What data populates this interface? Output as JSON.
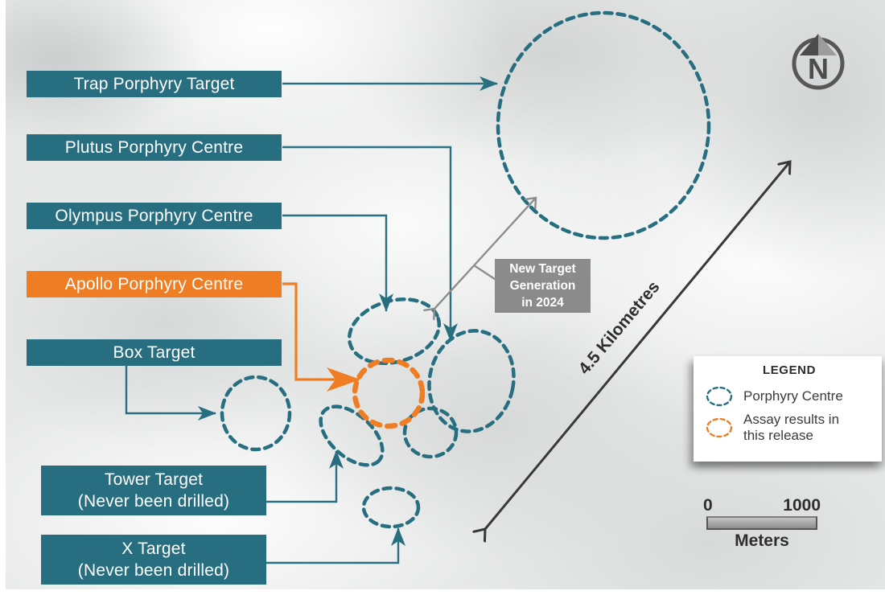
{
  "map": {
    "compass_label": "N",
    "distance_label": "4.5 Kilometres",
    "annotation": {
      "line1": "New Target",
      "line2": "Generation",
      "line3": "in 2024"
    },
    "scale_bar": {
      "start": "0",
      "end": "1000",
      "unit": "Meters"
    }
  },
  "labels": {
    "trap": {
      "text": "Trap Porphyry Target"
    },
    "plutus": {
      "text": "Plutus Porphyry Centre"
    },
    "olympus": {
      "text": "Olympus Porphyry Centre"
    },
    "apollo": {
      "text": "Apollo Porphyry Centre"
    },
    "box": {
      "text": "Box Target"
    },
    "tower": {
      "line1": "Tower Target",
      "line2": "(Never been drilled)"
    },
    "x": {
      "line1": "X Target",
      "line2": "(Never been drilled)"
    }
  },
  "legend": {
    "title": "LEGEND",
    "items": [
      {
        "label": "Porphyry Centre",
        "color": "#266e80"
      },
      {
        "label": "Assay results in this release",
        "color": "#ef7d24"
      }
    ]
  },
  "colors": {
    "teal": "#266e80",
    "orange": "#ef7d24",
    "annotation_gray": "#8b8b8b",
    "gray_arrow": "#8d8d8d",
    "dark_arrow": "#383838"
  }
}
